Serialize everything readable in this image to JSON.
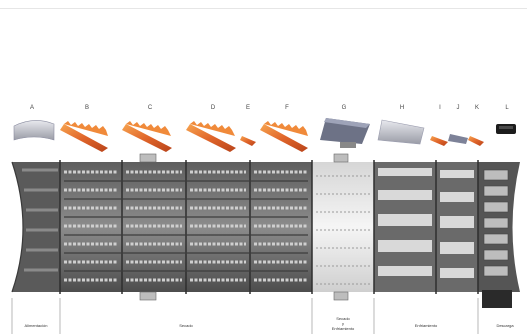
{
  "diagram": {
    "letters": [
      "A",
      "B",
      "C",
      "D",
      "E",
      "F",
      "G",
      "H",
      "I",
      "J",
      "K",
      "L"
    ],
    "sections": [
      {
        "label": "Alimentación"
      },
      {
        "label": "Secado"
      },
      {
        "label": "Secado\ny\nEnfriamiento"
      },
      {
        "label": "Enfriamiento"
      },
      {
        "label": "Descarga"
      }
    ]
  }
}
